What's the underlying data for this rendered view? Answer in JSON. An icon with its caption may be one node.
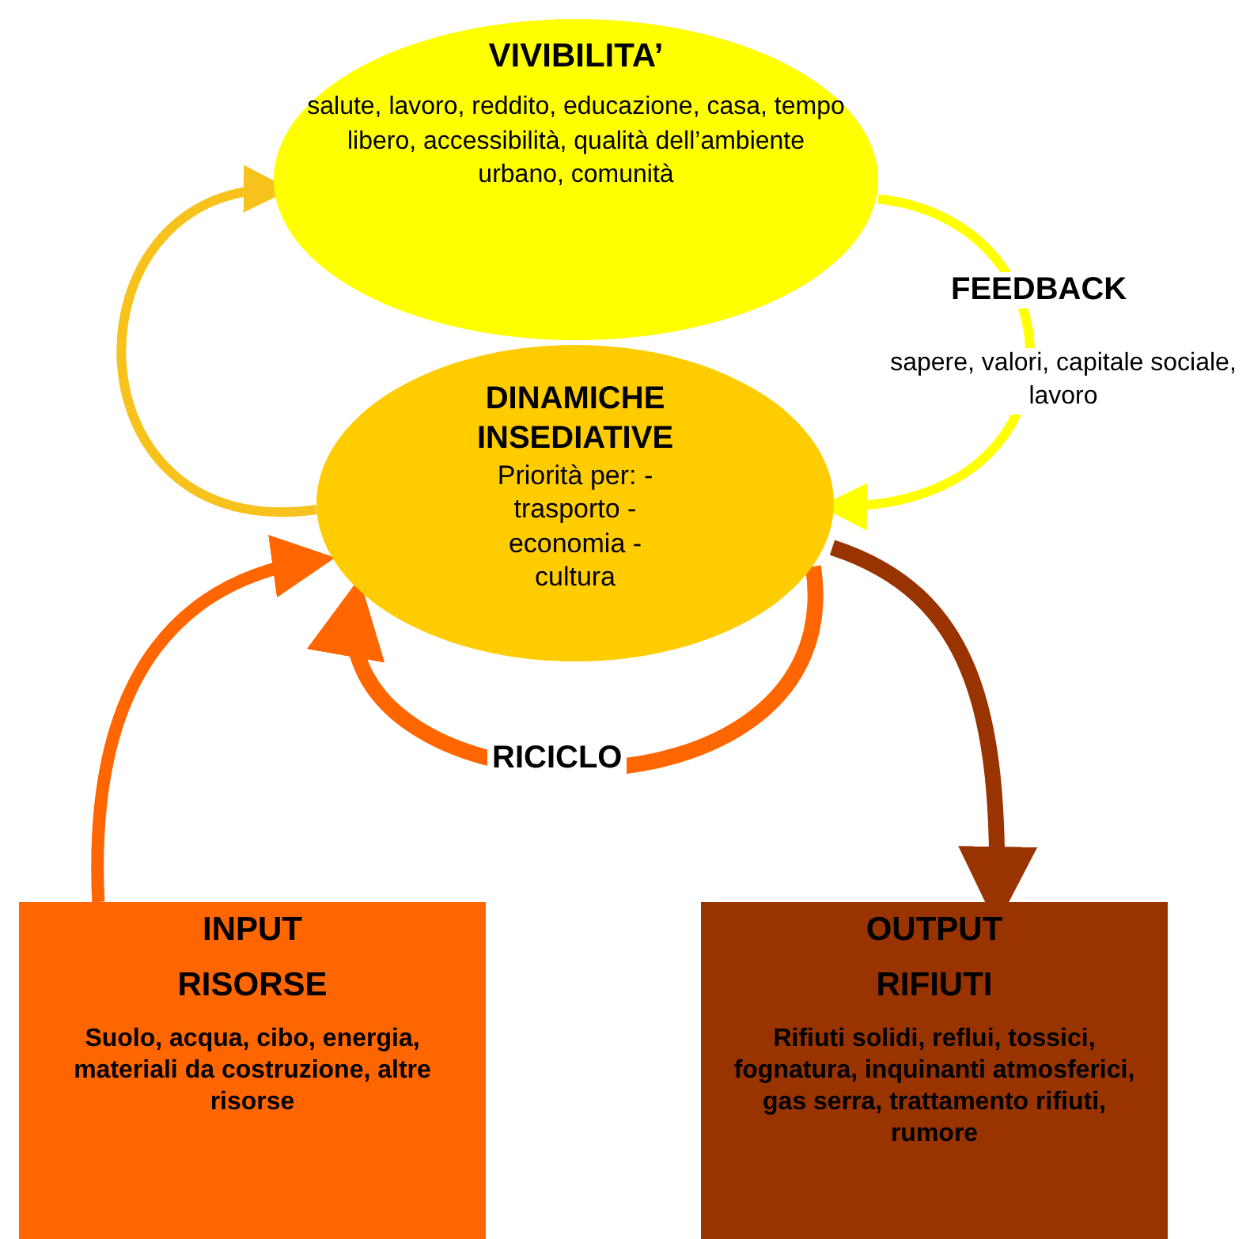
{
  "diagram": {
    "nodes": [
      {
        "text": [
          "VIVIBILITA’",
          "salute, lavoro, reddito, educazione, casa, tempo libero, accessibilità, qualità dell’ambiente urbano, comunità"
        ]
      },
      {
        "text": [
          "DINAMICHE INSEDIATIVE",
          "Priorità per: -trasporto -economia -cultura"
        ]
      },
      {
        "text": [
          "INPUT",
          "RISORSE",
          "Suolo, acqua, cibo, energia, materiali da costruzione, altre risorse"
        ]
      },
      {
        "text": [
          "OUTPUT",
          "RIFIUTI",
          "Rifiuti solidi, reflui, tossici, fognatura, inquinanti atmosferici, gas serra, trattamento rifiuti, rumore"
        ]
      }
    ],
    "edges": [
      {
        "from": 1,
        "to": 0,
        "arrow": "to",
        "color": "#f7c21b"
      },
      {
        "from": 0,
        "to": 1,
        "arrow": "to",
        "label": "FEEDBACK",
        "color": "#ffff00"
      },
      {
        "from": 2,
        "to": 1,
        "arrow": "to",
        "color": "#ff6600"
      },
      {
        "from": 1,
        "to": 1,
        "arrow": "to",
        "label": "RICICLO",
        "color": "#ff6600"
      },
      {
        "from": 1,
        "to": 3,
        "arrow": "to",
        "color": "#993300"
      }
    ],
    "labels": [
      "sapere, valori, capitale sociale, lavoro"
    ]
  }
}
